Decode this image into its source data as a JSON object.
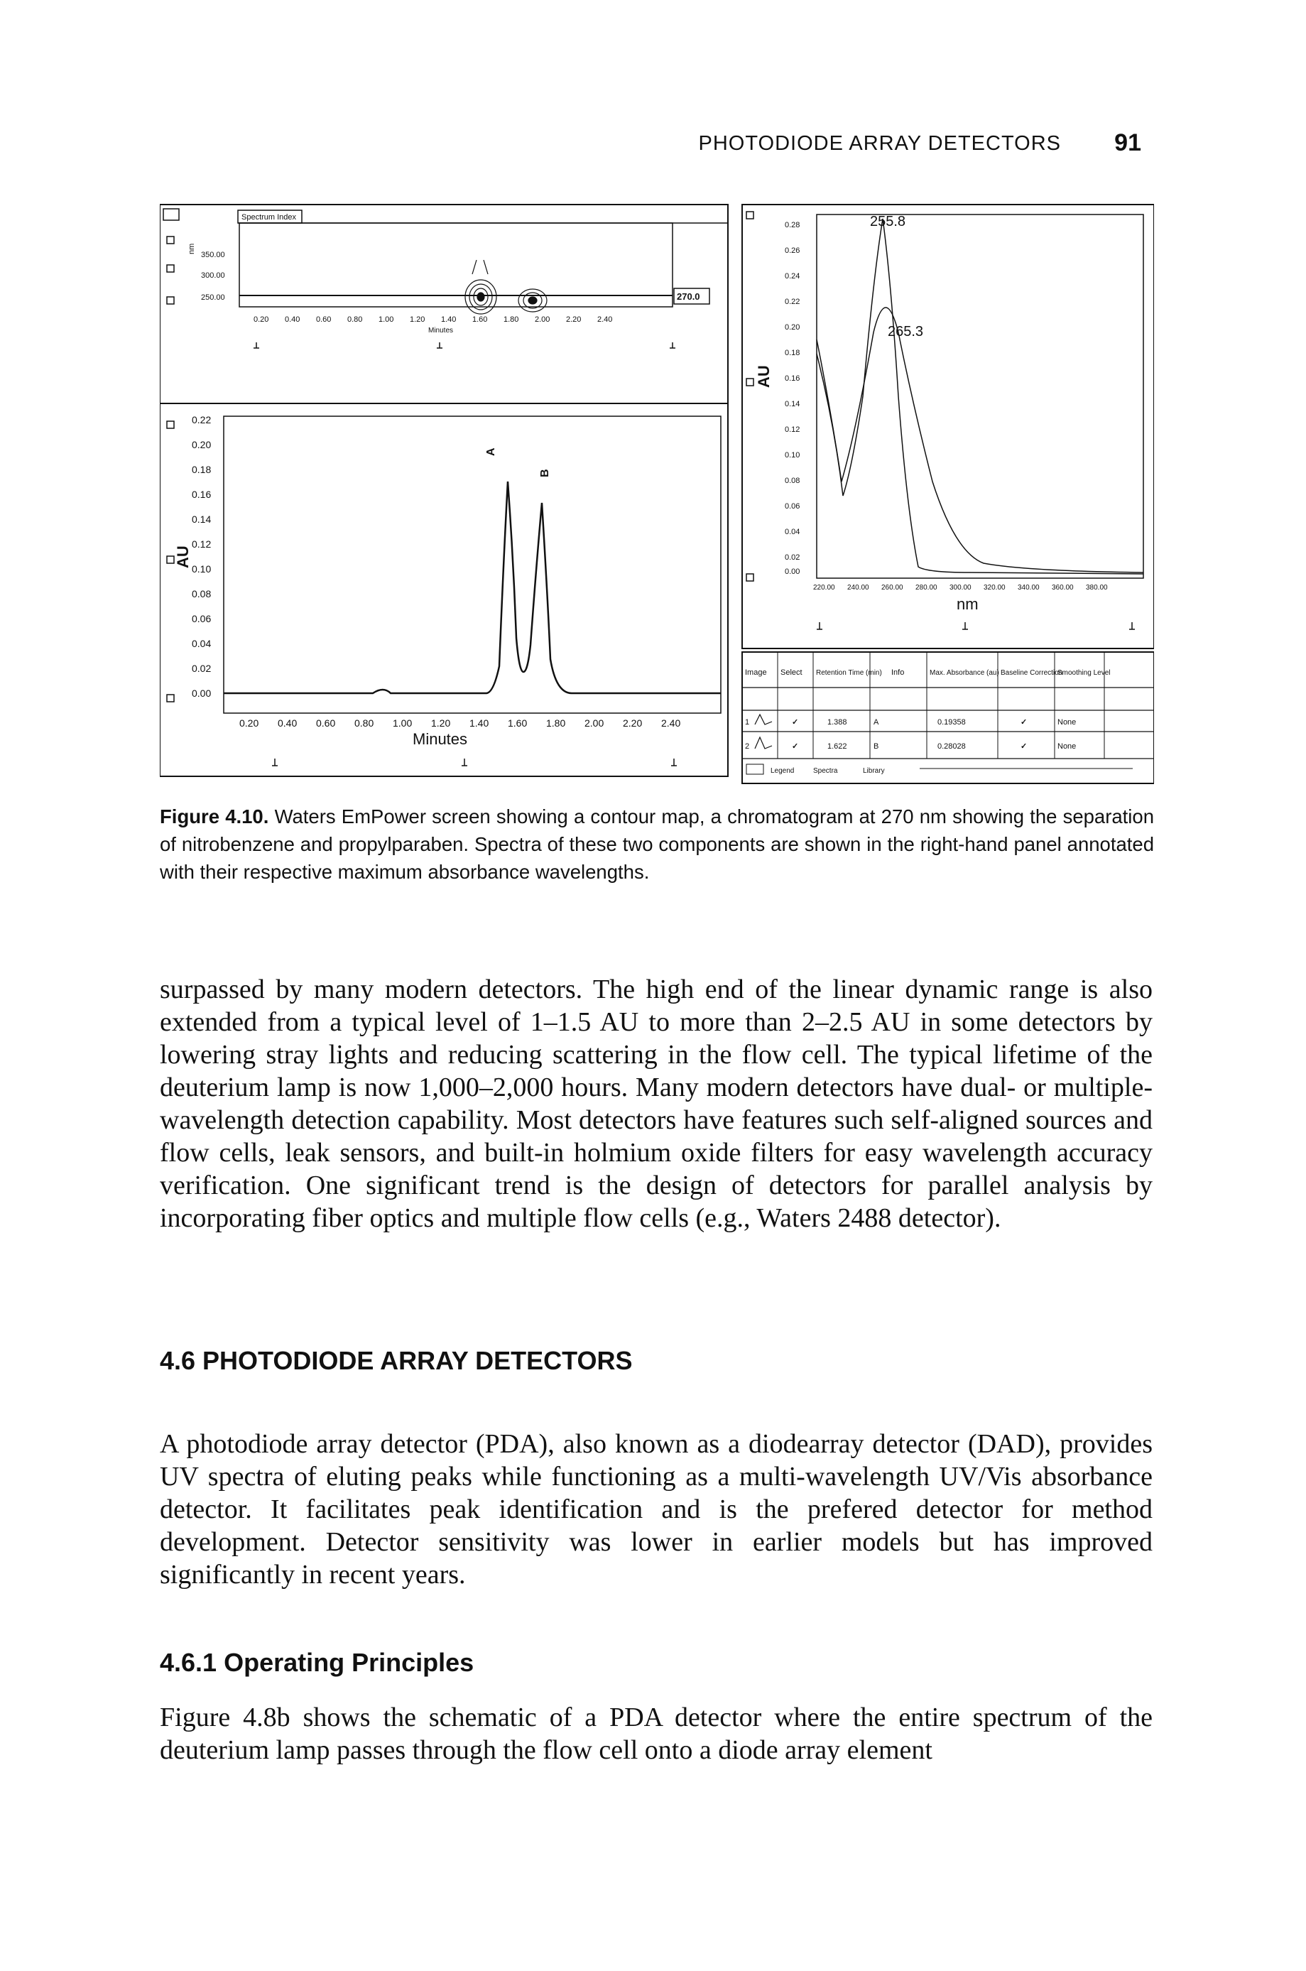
{
  "header": {
    "running_title": "PHOTODIODE ARRAY DETECTORS",
    "page_number": "91"
  },
  "figure": {
    "contour": {
      "tab_label": "Spectrum Index",
      "y_axis_label": "nm",
      "y_ticks": [
        "350.00",
        "300.00",
        "250.00"
      ],
      "x_ticks": [
        "0.20",
        "0.40",
        "0.60",
        "0.80",
        "1.00",
        "1.20",
        "1.40",
        "1.60",
        "1.80",
        "2.00",
        "2.20",
        "2.40"
      ],
      "x_axis_label": "Minutes",
      "wavelength_marker": "270.0"
    },
    "chromatogram": {
      "y_axis_label": "AU",
      "y_ticks": [
        "0.22",
        "0.20",
        "0.18",
        "0.16",
        "0.14",
        "0.12",
        "0.10",
        "0.08",
        "0.06",
        "0.04",
        "0.02",
        "0.00"
      ],
      "x_ticks": [
        "0.20",
        "0.40",
        "0.60",
        "0.80",
        "1.00",
        "1.20",
        "1.40",
        "1.60",
        "1.80",
        "2.00",
        "2.20",
        "2.40"
      ],
      "x_axis_label": "Minutes",
      "peak_labels": [
        "A",
        "B"
      ]
    },
    "spectra": {
      "y_axis_label": "AU",
      "y_ticks": [
        "0.28",
        "0.26",
        "0.24",
        "0.22",
        "0.20",
        "0.18",
        "0.16",
        "0.14",
        "0.12",
        "0.10",
        "0.08",
        "0.06",
        "0.04",
        "0.02",
        "0.00"
      ],
      "x_ticks": [
        "220.00",
        "240.00",
        "260.00",
        "280.00",
        "300.00",
        "320.00",
        "340.00",
        "360.00",
        "380.00"
      ],
      "x_axis_label": "nm",
      "peak_annotations": [
        "255.8",
        "265.3"
      ]
    },
    "table": {
      "headers": [
        "Image",
        "Select",
        "Retention Time (min)",
        "Info",
        "Max. Absorbance (au)",
        "Baseline Correction",
        "Smoothing Level"
      ],
      "rows": [
        {
          "index": "1",
          "retention": "1.388",
          "info": "A",
          "max_abs": "0.19358",
          "smoothing": "None"
        },
        {
          "index": "2",
          "retention": "1.622",
          "info": "B",
          "max_abs": "0.28028",
          "smoothing": "None"
        }
      ],
      "tabs": [
        "Legend",
        "Spectra",
        "Library"
      ]
    }
  },
  "caption": {
    "label": "Figure 4.10.",
    "text": "Waters EmPower screen showing a contour map, a chromatogram at 270 nm showing the separation of nitrobenzene and propylparaben. Spectra of these two components are shown in the right-hand panel annotated with their respective maximum absorbance wavelengths."
  },
  "body": {
    "p1": "surpassed by many modern detectors. The high end of the linear dynamic range is also extended from a typical level of 1–1.5 AU to more than 2–2.5 AU in some detectors by lowering stray lights and reducing scattering in the flow cell. The typical lifetime of the deuterium lamp is now 1,000–2,000 hours. Many modern detectors have dual- or multiple-wavelength detection capability. Most detectors have features such self-aligned sources and flow cells, leak sensors, and built-in holmium oxide filters for easy wavelength accuracy verification. One significant trend is the design of detectors for parallel analysis by incorporating fiber optics and multiple flow cells (e.g., Waters 2488 detector).",
    "h1": "4.6 PHOTODIODE ARRAY DETECTORS",
    "p2": "A photodiode array detector (PDA), also known as a diodearray detector (DAD), provides UV spectra of eluting peaks while functioning as a multi-wavelength UV/Vis absorbance detector. It facilitates peak identification and is the prefered detector for method development. Detector sensitivity was lower in earlier models but has improved significantly in recent years.",
    "h2": "4.6.1 Operating Principles",
    "p3": "Figure 4.8b shows the schematic of a PDA detector where the entire spectrum of the deuterium lamp passes through the flow cell onto a diode array element"
  }
}
